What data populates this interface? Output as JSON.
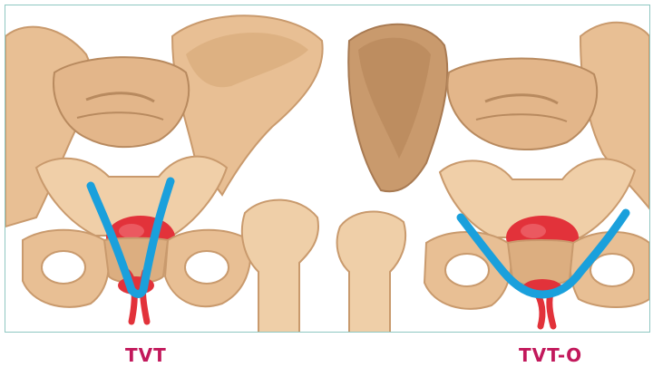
{
  "figure": {
    "panels": [
      {
        "caption": "TVT",
        "technique": "retropubic"
      },
      {
        "caption": "TVT-O",
        "technique": "transobturator"
      }
    ],
    "colors": {
      "bone": "#e8bf94",
      "bone_shadow": "#c99a6d",
      "bone_dark": "#a87a52",
      "bladder": "#e2323a",
      "tape": "#1aa0dc",
      "caption": "#c2185b",
      "frame": "#8fc7c2"
    }
  }
}
